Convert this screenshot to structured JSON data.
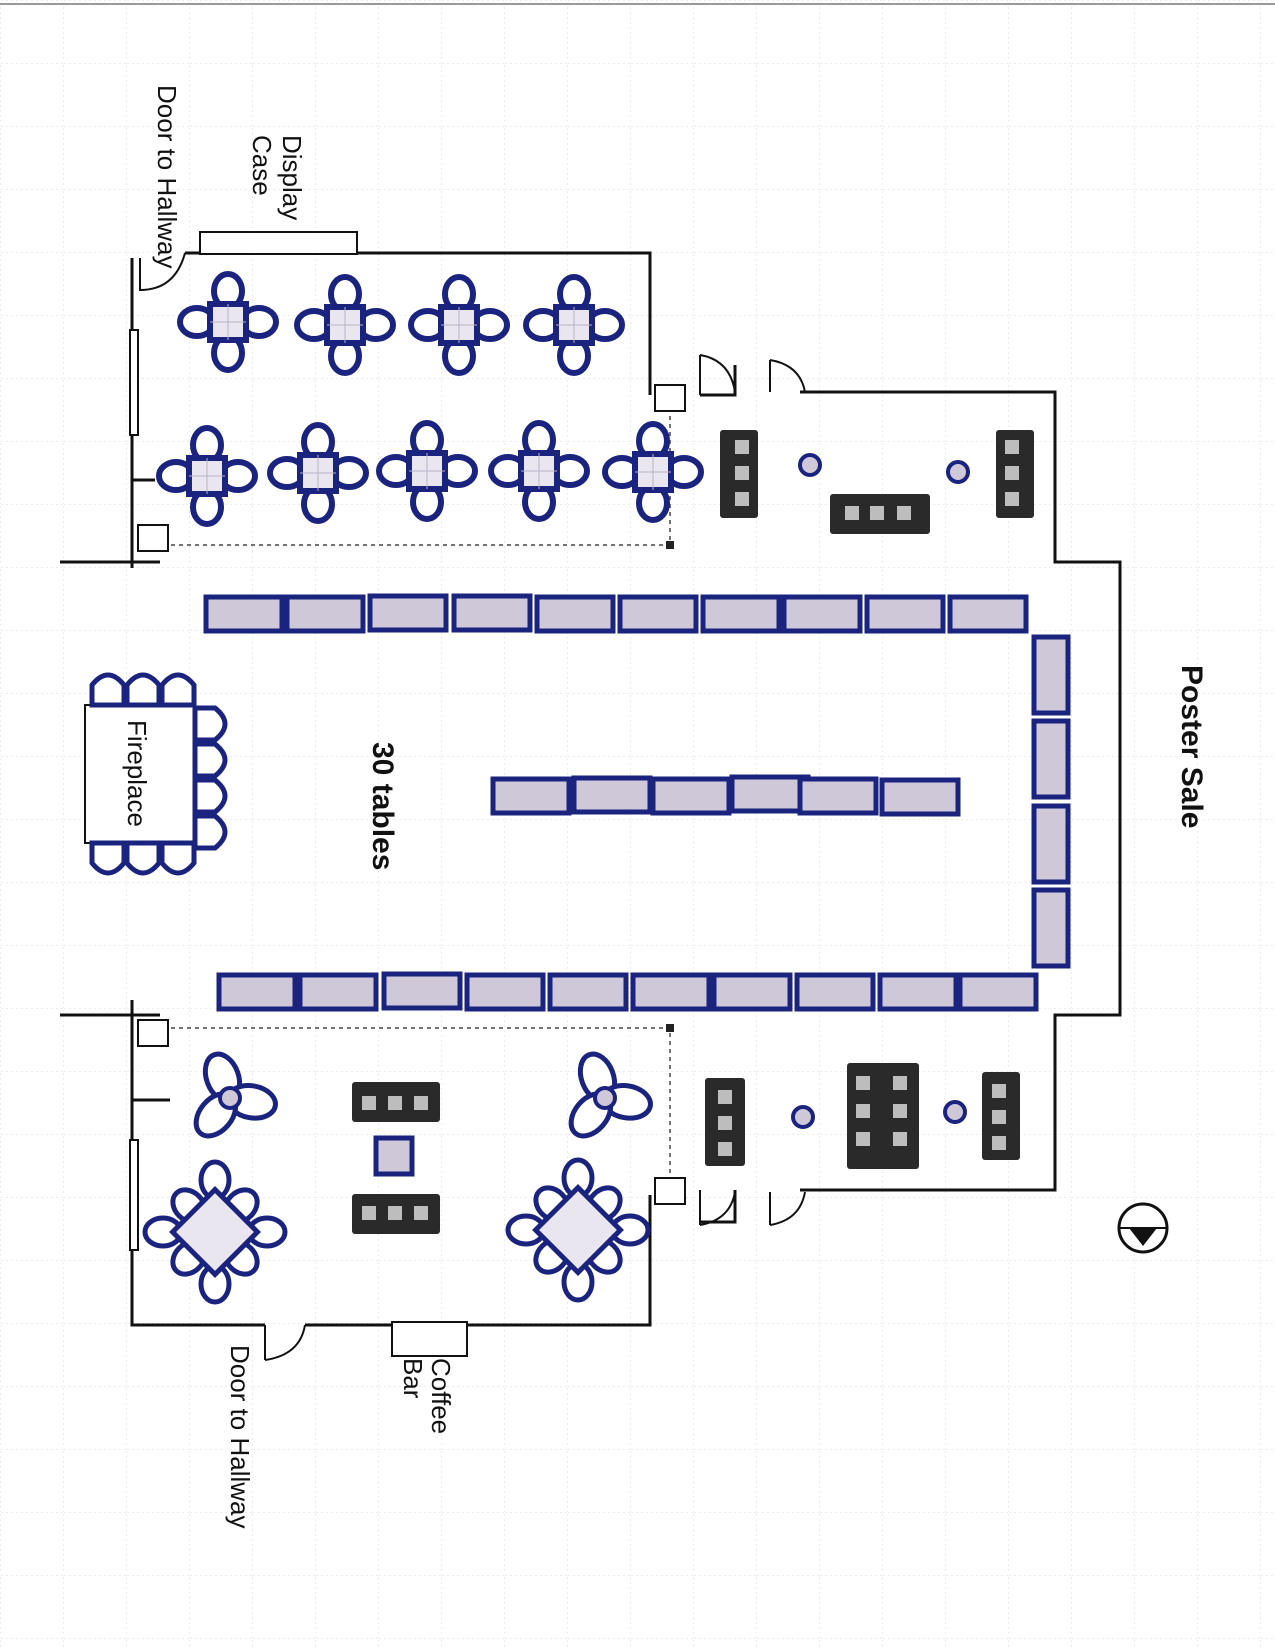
{
  "title": "Poster Sale",
  "table_count_label": "30 tables",
  "labels": {
    "door_top": "Door to Hallway",
    "display_case_line1": "Display",
    "display_case_line2": "Case",
    "fireplace": "Fireplace",
    "door_bottom": "Door to Hallway",
    "coffee_bar_line1": "Coffee",
    "coffee_bar_line2": "Bar"
  },
  "colors": {
    "wall": "#111111",
    "furniture_outline": "#1a237e",
    "table_fill": "#cfc8d8",
    "dark_furniture": "#2a2a2a",
    "grid": "#d9d9d9"
  },
  "icons": [
    "compass-icon"
  ]
}
